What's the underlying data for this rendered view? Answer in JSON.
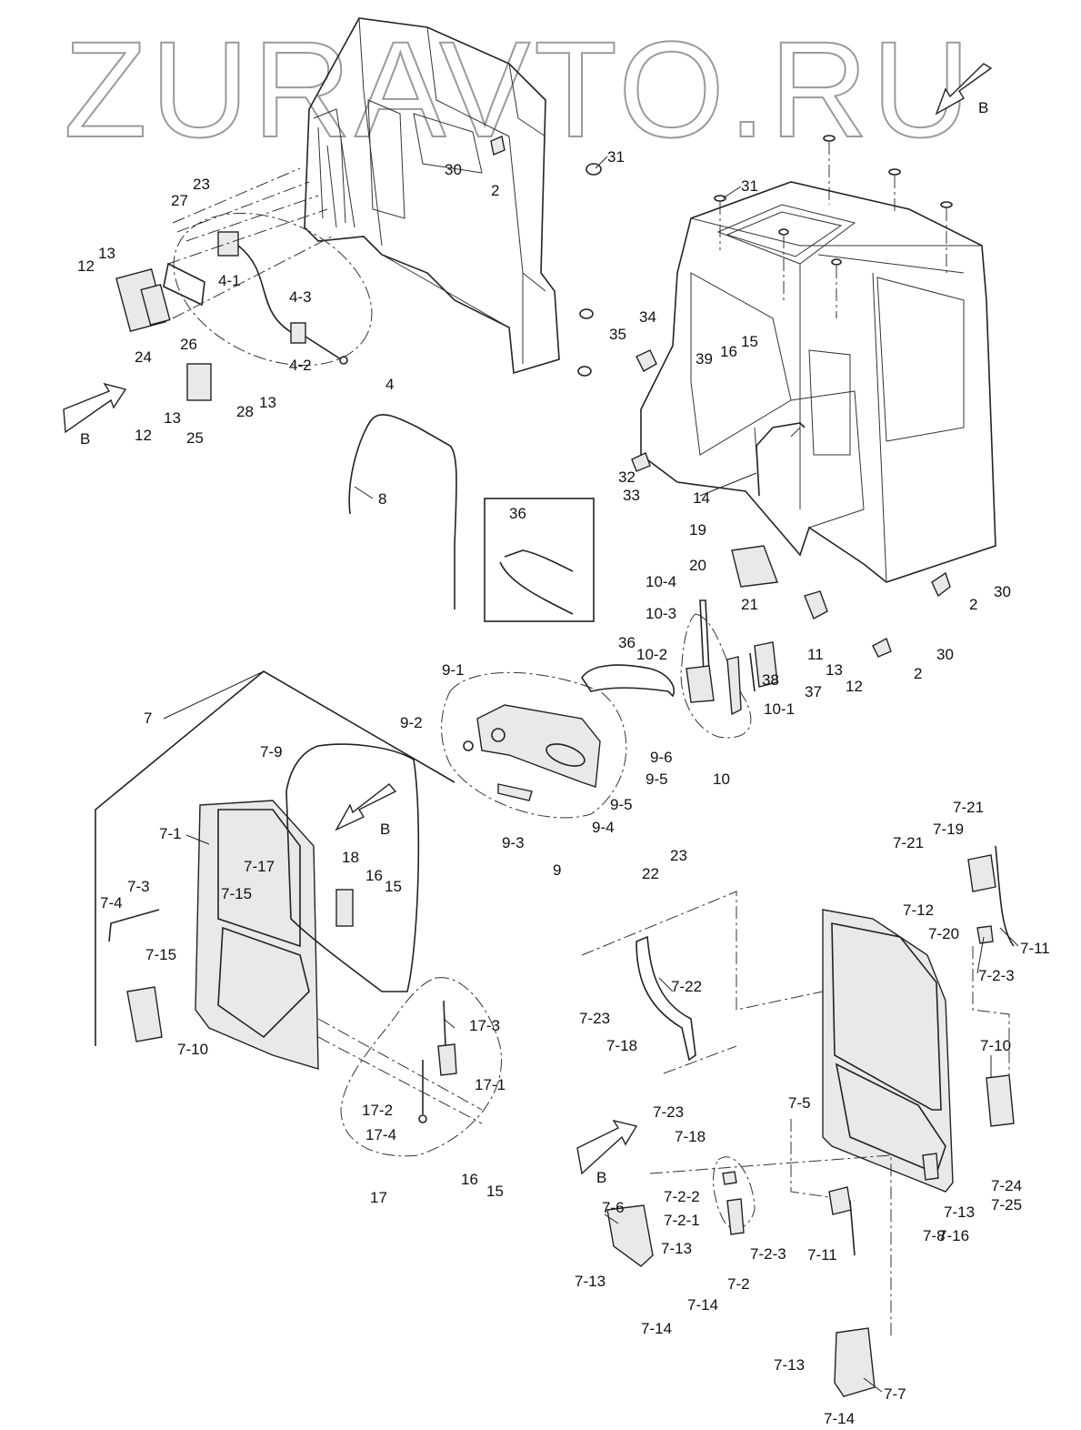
{
  "watermark": "ZURAVTO.RU",
  "view_letter": "B",
  "labels": {
    "l_31a": "31",
    "l_30a": "30",
    "l_2a": "2",
    "l_23a": "23",
    "l_27": "27",
    "l_12a": "12",
    "l_13a": "13",
    "l_4_1": "4-1",
    "l_4_3": "4-3",
    "l_24": "24",
    "l_26": "26",
    "l_4_2": "4-2",
    "l_4": "4",
    "l_28": "28",
    "l_13b": "13",
    "l_12b": "12",
    "l_13c": "13",
    "l_25": "25",
    "l_B1": "B",
    "l_31b": "31",
    "l_34": "34",
    "l_35": "35",
    "l_39": "39",
    "l_16a": "16",
    "l_15a": "15",
    "l_8": "8",
    "l_32": "32",
    "l_33": "33",
    "l_14": "14",
    "l_36a": "36",
    "l_19": "19",
    "l_20": "20",
    "l_21": "21",
    "l_30b": "30",
    "l_2b": "2",
    "l_10_4": "10-4",
    "l_10_3": "10-3",
    "l_36b": "36",
    "l_10_2": "10-2",
    "l_11": "11",
    "l_13d": "13",
    "l_12c": "12",
    "l_30c": "30",
    "l_2c": "2",
    "l_9_1": "9-1",
    "l_38": "38",
    "l_37": "37",
    "l_10_1": "10-1",
    "l_7": "7",
    "l_9_2": "9-2",
    "l_9_6": "9-6",
    "l_7_9": "7-9",
    "l_9_5a": "9-5",
    "l_10": "10",
    "l_9_5b": "9-5",
    "l_B2": "B",
    "l_7_1": "7-1",
    "l_9_3": "9-3",
    "l_9_4": "9-4",
    "l_22": "22",
    "l_23b": "23",
    "l_9": "9",
    "l_7_21a": "7-21",
    "l_7_19": "7-19",
    "l_7_21b": "7-21",
    "l_18": "18",
    "l_7_17": "7-17",
    "l_16b": "16",
    "l_15b": "15",
    "l_7_3": "7-3",
    "l_7_15a": "7-15",
    "l_7_4": "7-4",
    "l_7_15b": "7-15",
    "l_7_12": "7-12",
    "l_7_20": "7-20",
    "l_7_11a": "7-11",
    "l_7_2_3a": "7-2-3",
    "l_7_22": "7-22",
    "l_7_23a": "7-23",
    "l_7_18a": "7-18",
    "l_7_10a": "7-10",
    "l_17_3": "17-3",
    "l_7_10b": "7-10",
    "l_17_1": "17-1",
    "l_7_23b": "7-23",
    "l_7_18b": "7-18",
    "l_17_2": "17-2",
    "l_17_4": "17-4",
    "l_7_5": "7-5",
    "l_16c": "16",
    "l_15c": "15",
    "l_17": "17",
    "l_B3": "B",
    "l_7_24": "7-24",
    "l_7_25": "7-25",
    "l_7_2_2": "7-2-2",
    "l_7_13a": "7-13",
    "l_7_2_1": "7-2-1",
    "l_7_16": "7-16",
    "l_7_8": "7-8",
    "l_7_6": "7-6",
    "l_7_2_3b": "7-2-3",
    "l_7_11b": "7-11",
    "l_7_13b": "7-13",
    "l_7_2": "7-2",
    "l_7_13c": "7-13",
    "l_7_14a": "7-14",
    "l_7_14b": "7-14",
    "l_7_13d": "7-13",
    "l_7_7": "7-7",
    "l_7_14c": "7-14",
    "l_B4": "B"
  }
}
